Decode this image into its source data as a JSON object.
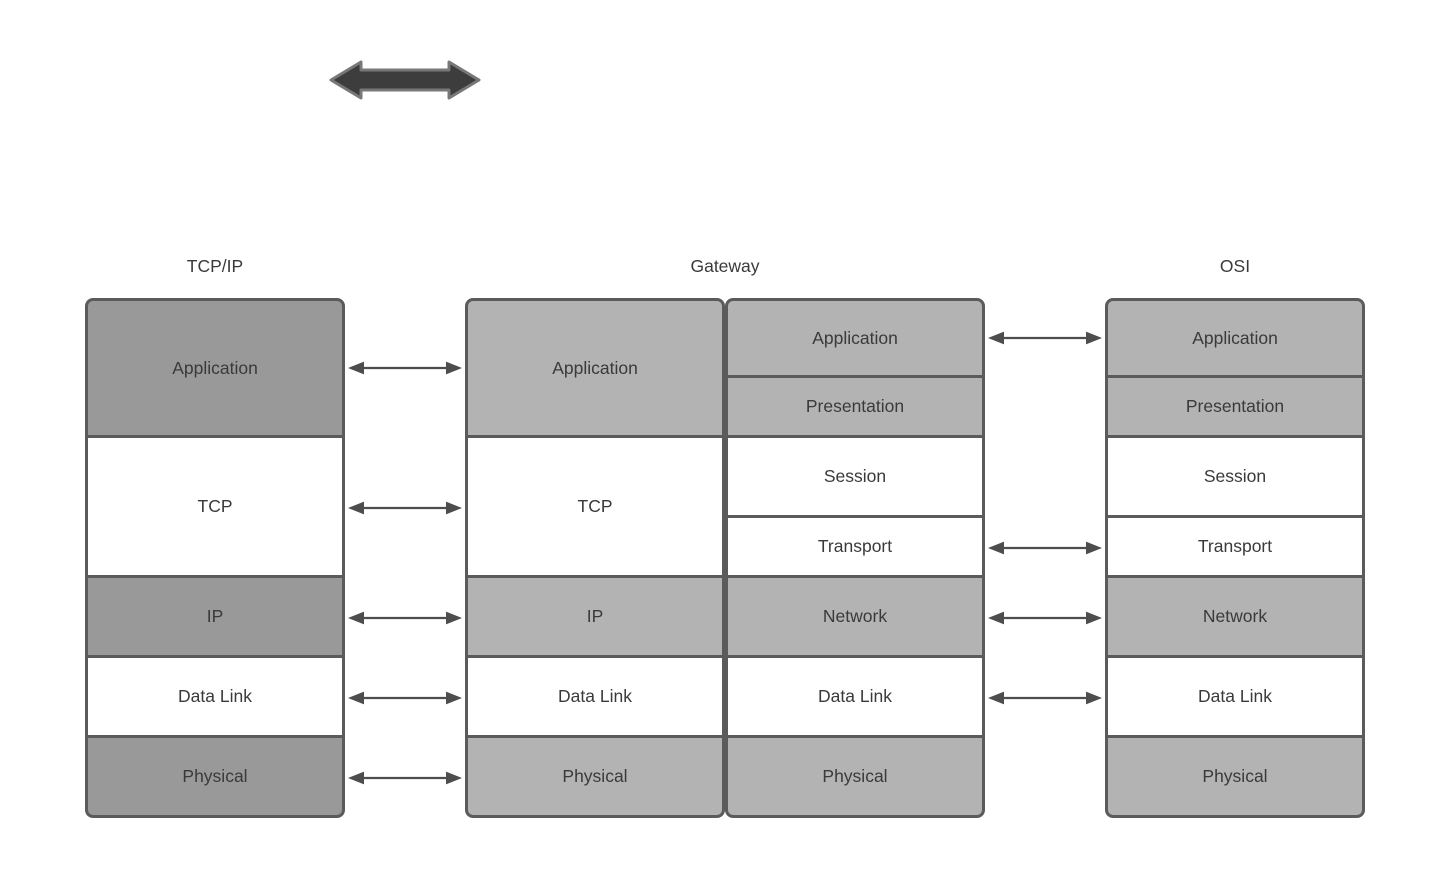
{
  "headers": [
    {
      "id": "tcpip",
      "label": "TCP/IP"
    },
    {
      "id": "gateway",
      "label": "Gateway"
    },
    {
      "id": "osi",
      "label": "OSI"
    }
  ],
  "stacks": [
    {
      "id": "tcpip",
      "layers": [
        {
          "label": "Application",
          "shade": "dark"
        },
        {
          "label": "TCP",
          "shade": "white"
        },
        {
          "label": "IP",
          "shade": "dark"
        },
        {
          "label": "Data Link",
          "shade": "white"
        },
        {
          "label": "Physical",
          "shade": "dark"
        }
      ]
    },
    {
      "id": "gateway-tcpip-side",
      "layers": [
        {
          "label": "Application",
          "shade": "light"
        },
        {
          "label": "TCP",
          "shade": "white"
        },
        {
          "label": "IP",
          "shade": "light"
        },
        {
          "label": "Data Link",
          "shade": "white"
        },
        {
          "label": "Physical",
          "shade": "light"
        }
      ]
    },
    {
      "id": "gateway-osi-side",
      "layers": [
        {
          "label": "Application",
          "shade": "light"
        },
        {
          "label": "Presentation",
          "shade": "light"
        },
        {
          "label": "Session",
          "shade": "white"
        },
        {
          "label": "Transport",
          "shade": "white"
        },
        {
          "label": "Network",
          "shade": "light"
        },
        {
          "label": "Data Link",
          "shade": "white"
        },
        {
          "label": "Physical",
          "shade": "light"
        }
      ]
    },
    {
      "id": "osi",
      "layers": [
        {
          "label": "Application",
          "shade": "light"
        },
        {
          "label": "Presentation",
          "shade": "light"
        },
        {
          "label": "Session",
          "shade": "white"
        },
        {
          "label": "Transport",
          "shade": "white"
        },
        {
          "label": "Network",
          "shade": "light"
        },
        {
          "label": "Data Link",
          "shade": "white"
        },
        {
          "label": "Physical",
          "shade": "light"
        }
      ]
    }
  ],
  "connections": [
    {
      "id": "tcpip-to-gateway",
      "side": "left",
      "connected_layers": [
        "Application",
        "TCP",
        "IP",
        "Data Link",
        "Physical"
      ],
      "layer_indices": [
        0,
        1,
        2,
        3,
        4
      ]
    },
    {
      "id": "gateway-to-osi",
      "side": "right",
      "connected_layers": [
        "Application",
        "Transport",
        "Network",
        "Data Link"
      ],
      "layer_indices": [
        0,
        3,
        4,
        5
      ]
    }
  ],
  "top_arrow": {
    "icon": "horizontal-double-arrow"
  },
  "colors": {
    "background": "#ffffff",
    "dark_gray": "#999999",
    "light_gray": "#b3b3b3",
    "white": "#ffffff",
    "border": "#5b5b5b",
    "text": "#3a3a3a",
    "arrow": "#4d4d4d",
    "top_arrow_fill": "#3d3d3d",
    "top_arrow_stroke": "#787878"
  }
}
